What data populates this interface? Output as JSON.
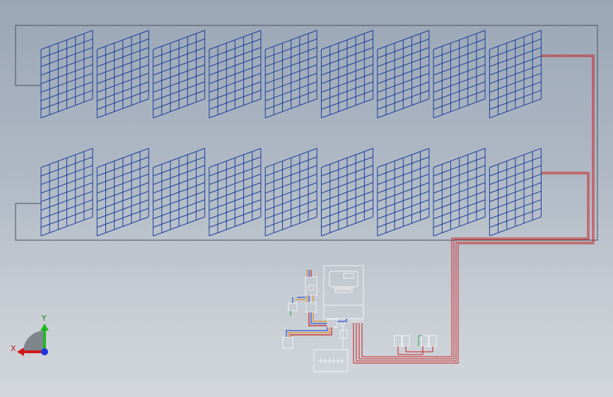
{
  "colors": {
    "panel_grid": "#1a3f9c",
    "frame_line": "#4a4f57",
    "dc_cable": "#c81e1e",
    "equipment_outline": "#f2f4f6",
    "wire_blue": "#2a4fd0",
    "wire_orange": "#e08a22",
    "wire_red": "#c81e1e",
    "wire_green": "#2ea84a",
    "axis_x": "#d01818",
    "axis_y": "#22b822",
    "axis_z": "#1c36d8"
  },
  "panel_rows": [
    {
      "name": "upper-array",
      "panel_count": 9
    },
    {
      "name": "lower-array",
      "panel_count": 9
    }
  ],
  "axis_triad": {
    "x_label": "X",
    "y_label": "Y",
    "icon": "coordinate-triad-icon"
  }
}
